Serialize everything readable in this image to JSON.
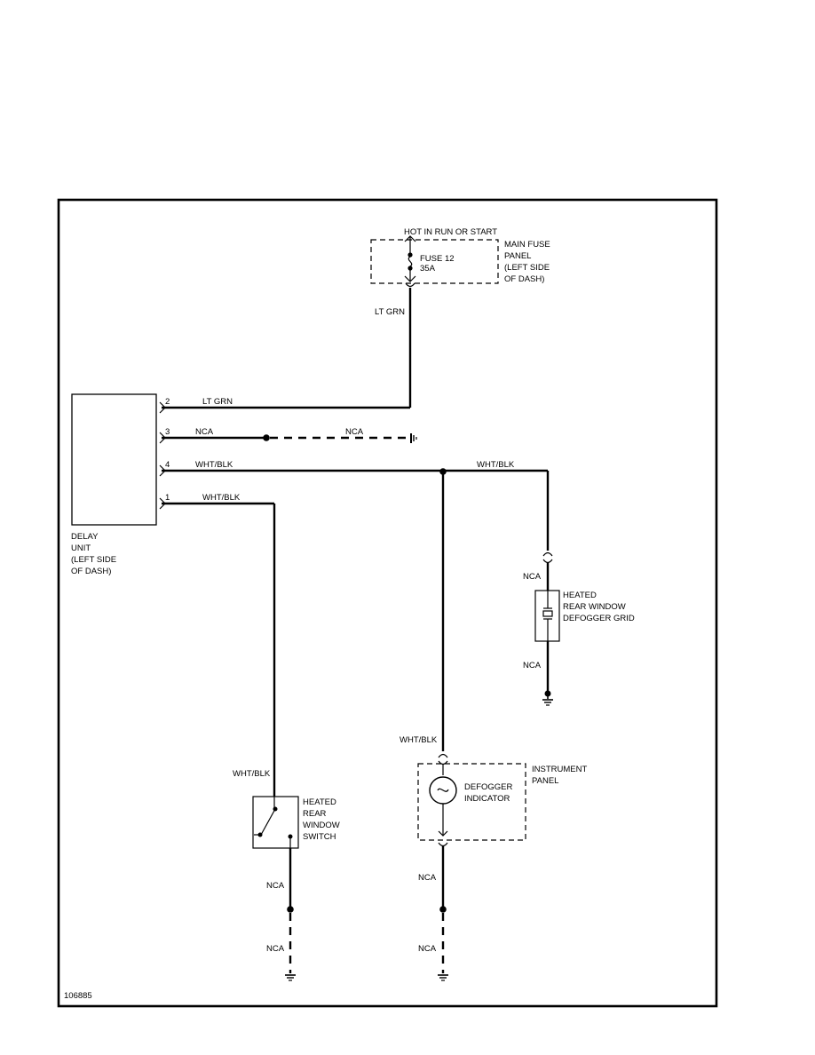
{
  "power": {
    "source_label": "HOT IN RUN OR START",
    "fuse_name": "FUSE 12",
    "fuse_rating": "35A",
    "panel_label": [
      "MAIN FUSE",
      "PANEL",
      "(LEFT SIDE",
      "OF DASH)"
    ]
  },
  "delay_unit": {
    "label": [
      "DELAY",
      "UNIT",
      "(LEFT SIDE",
      "OF DASH)"
    ],
    "pins": [
      {
        "pin": "2",
        "wire": "LT GRN"
      },
      {
        "pin": "3",
        "wire": "NCA"
      },
      {
        "pin": "4",
        "wire": "WHT/BLK"
      },
      {
        "pin": "1",
        "wire": "WHT/BLK"
      }
    ]
  },
  "wires": {
    "fuse_to_unit": "LT GRN",
    "pin3_ground": "NCA",
    "to_grid": "WHT/BLK",
    "grid_top": "NCA",
    "grid_bottom": "NCA",
    "to_indicator": "WHT/BLK",
    "to_switch": "WHT/BLK",
    "switch_mid": "NCA",
    "switch_low": "NCA",
    "indicator_mid": "NCA",
    "indicator_low": "NCA"
  },
  "defogger_grid": {
    "label": [
      "HEATED",
      "REAR WINDOW",
      "DEFOGGER GRID"
    ]
  },
  "switch": {
    "label": [
      "HEATED",
      "REAR",
      "WINDOW",
      "SWITCH"
    ]
  },
  "indicator": {
    "label": [
      "DEFOGGER",
      "INDICATOR"
    ],
    "panel_label": [
      "INSTRUMENT",
      "PANEL"
    ]
  },
  "figure_id": "106885"
}
